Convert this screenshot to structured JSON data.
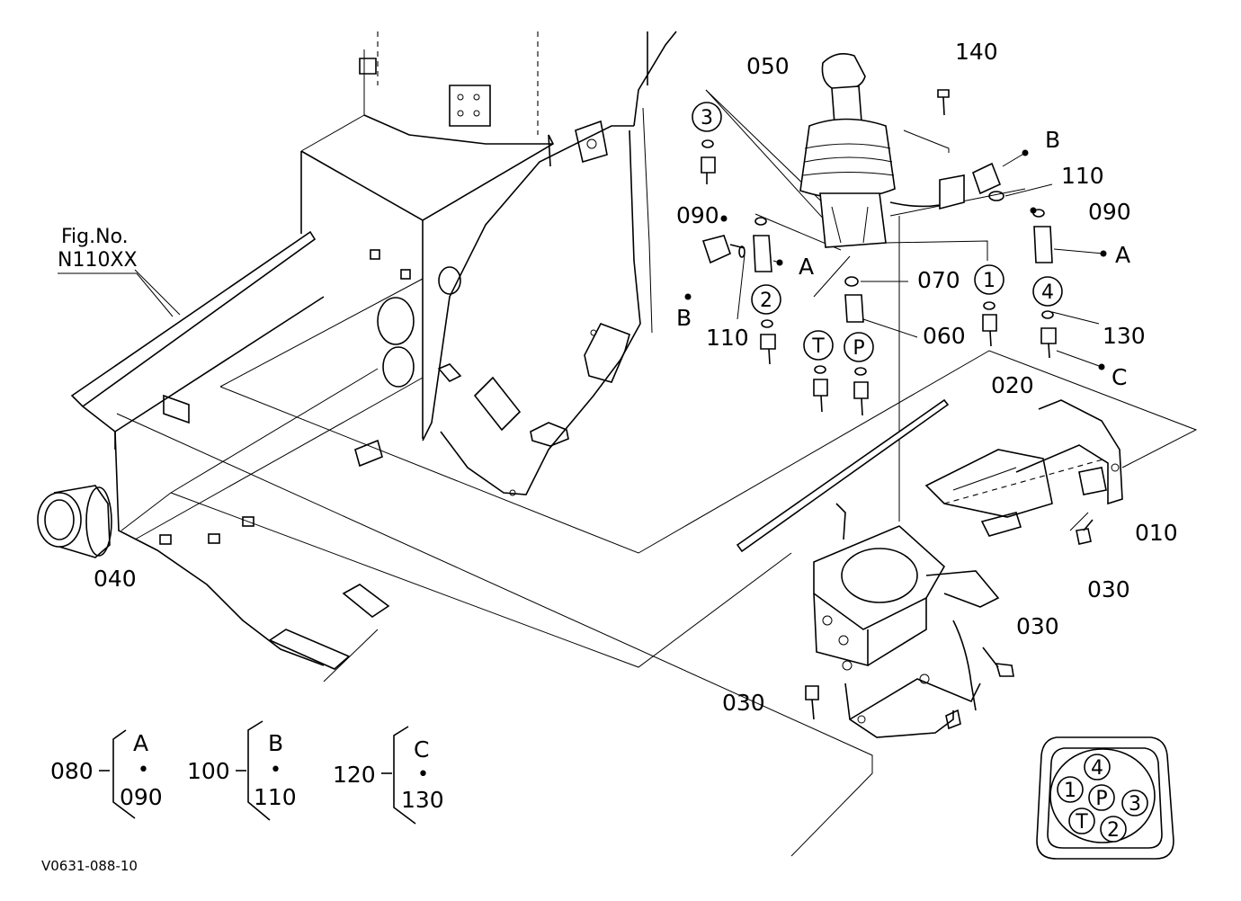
{
  "diagram": {
    "fig_no": {
      "line1": "Fig.No.",
      "line2": "N110XX"
    },
    "drawing_id": "V0631-088-10",
    "part_labels": {
      "p010": "010",
      "p020": "020",
      "p030_a": "030",
      "p030_b": "030",
      "p030_c": "030",
      "p040": "040",
      "p050": "050",
      "p060": "060",
      "p070": "070",
      "p090_a": "090",
      "p090_b": "090",
      "p110_a": "110",
      "p110_b": "110",
      "p130": "130",
      "p140": "140"
    },
    "port_circles": {
      "c1": "1",
      "c2": "2",
      "c3": "3",
      "c4": "4",
      "cT": "T",
      "cP": "P"
    },
    "callout_letters": {
      "a1": "A",
      "a2": "A",
      "b1": "B",
      "b2": "B",
      "c1": "C"
    },
    "kits": [
      {
        "code": "080",
        "letter": "A",
        "dot": "•",
        "part": "090"
      },
      {
        "code": "100",
        "letter": "B",
        "dot": "•",
        "part": "110"
      },
      {
        "code": "120",
        "letter": "C",
        "dot": "•",
        "part": "130"
      }
    ],
    "port_layout_diagram": {
      "ports": {
        "p4": "4",
        "p1": "1",
        "pP": "P",
        "p3": "3",
        "pT": "T",
        "p2": "2"
      }
    }
  }
}
